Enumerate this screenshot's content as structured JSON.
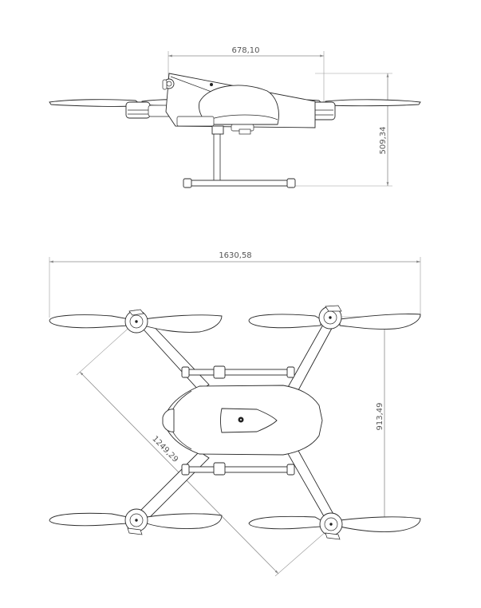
{
  "dimensions": {
    "side_width": "678,10",
    "side_height": "509,34",
    "top_span": "1630,58",
    "top_height": "913,49",
    "diagonal": "1249,29"
  },
  "colors": {
    "line": "#2a2a2a",
    "dimension": "#8a8a8a",
    "text": "#555555",
    "background": "#ffffff"
  }
}
